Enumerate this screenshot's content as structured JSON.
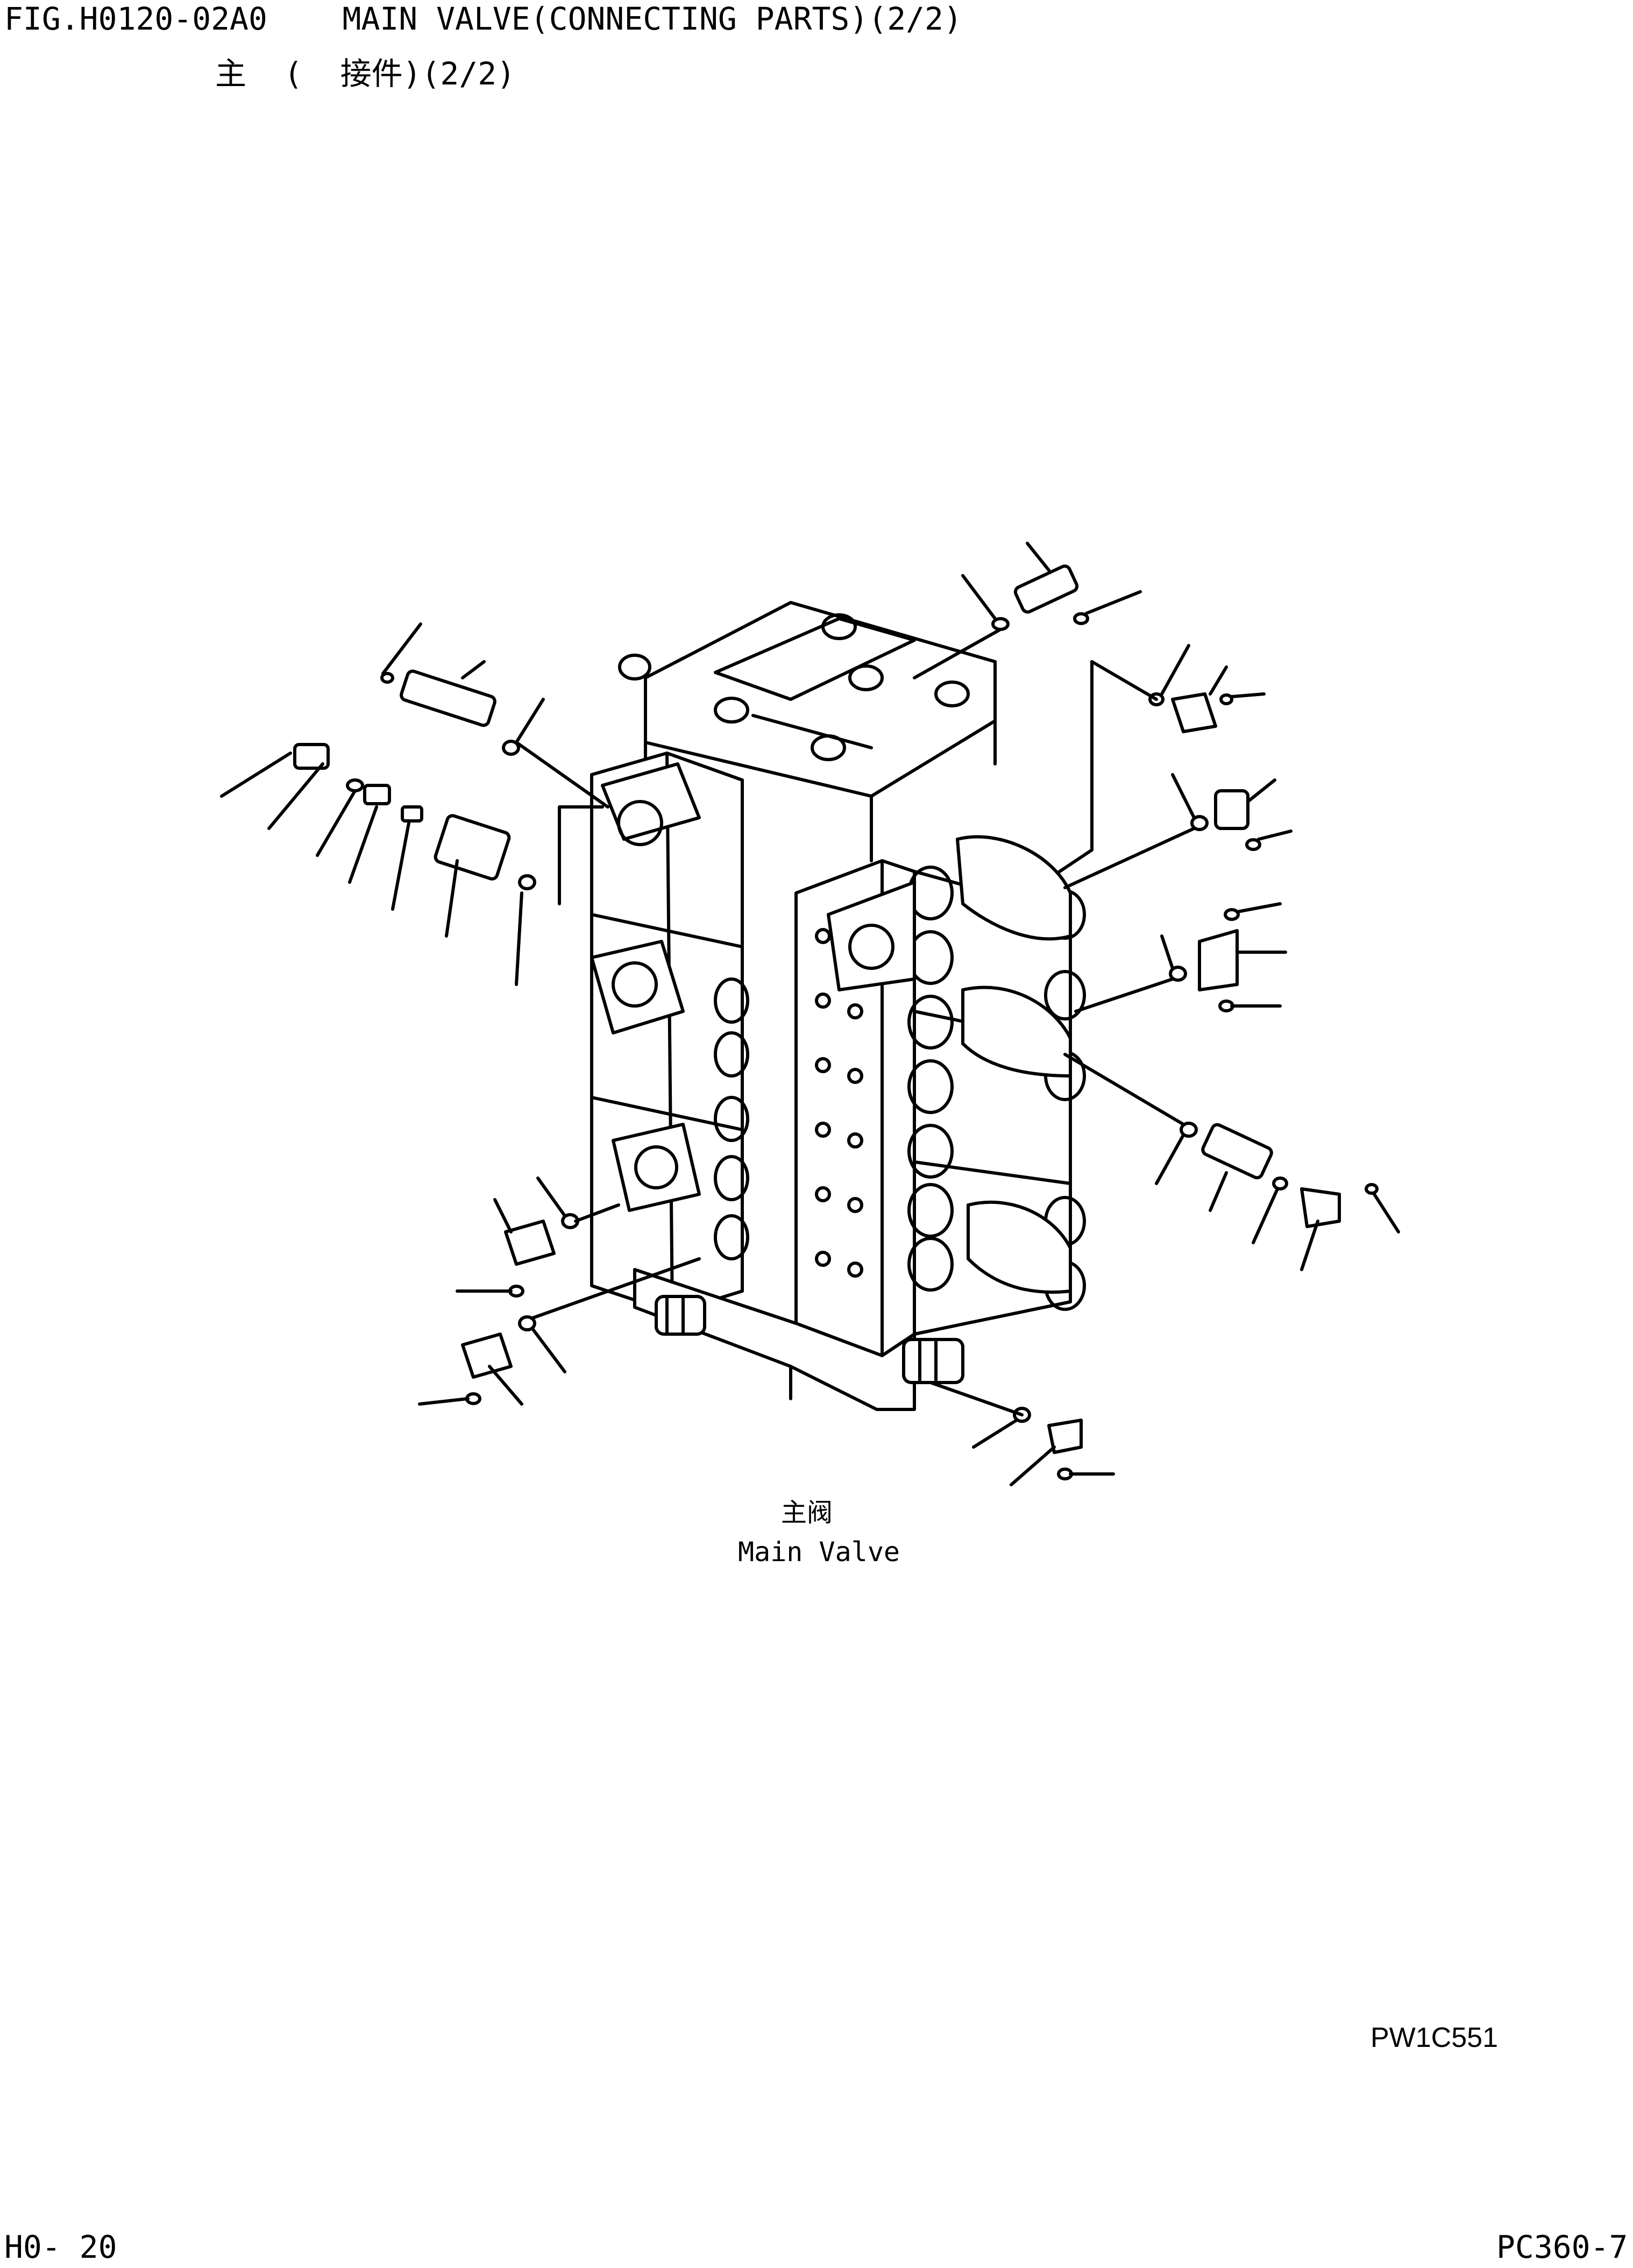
{
  "header": {
    "figure_title": "FIG.H0120-02A0    MAIN VALVE(CONNECTING PARTS)(2/2)",
    "figure_subtitle": "主  (  接件)(2/2)"
  },
  "drawing": {
    "caption_cn": "主阀",
    "caption_en": "Main Valve",
    "drawing_id": "PW1C551"
  },
  "footer": {
    "page": "H0- 20",
    "model": "PC360-7"
  }
}
